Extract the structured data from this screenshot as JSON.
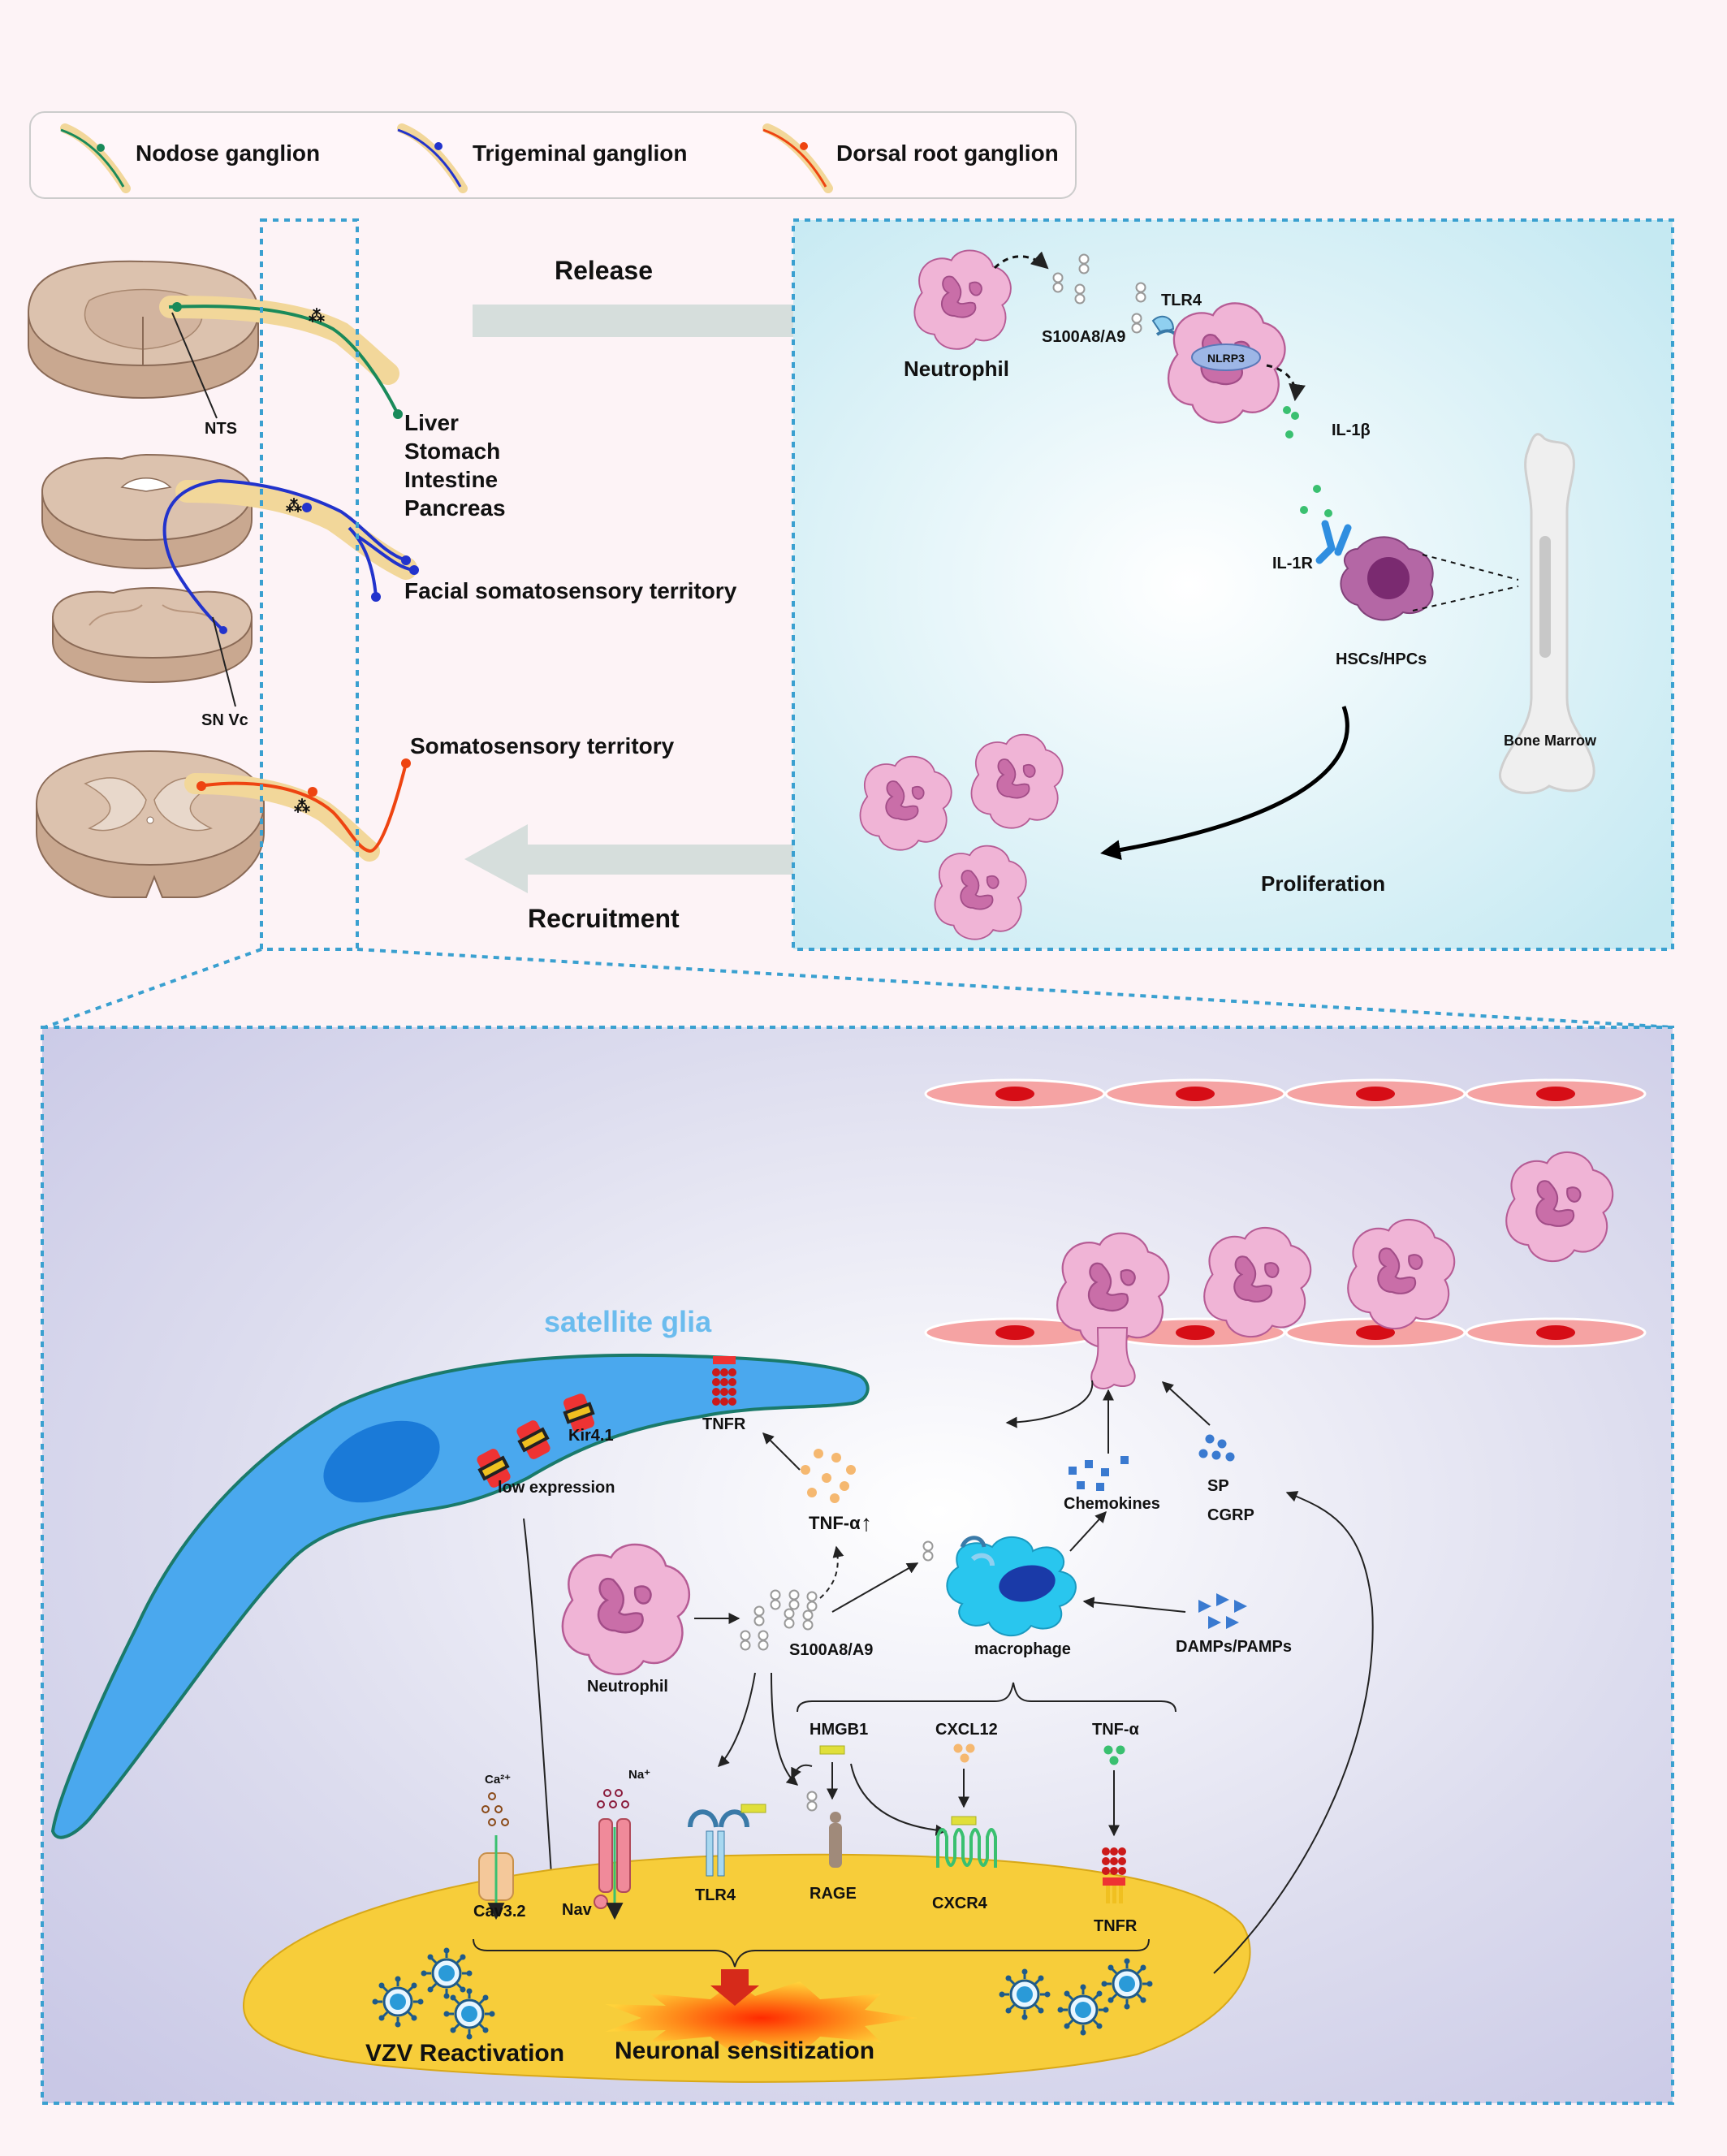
{
  "legend": {
    "nodose": "Nodose ganglion",
    "trigeminal": "Trigeminal ganglion",
    "dorsal_root": "Dorsal root ganglion"
  },
  "left_panel": {
    "nts": "NTS",
    "sn_vc": "SN Vc",
    "organs": [
      "Liver",
      "Stomach",
      "Intestine",
      "Pancreas"
    ],
    "facial": "Facial somatosensory territory",
    "somatosensory": "Somatosensory territory"
  },
  "arrows": {
    "release": "Release",
    "recruitment": "Recruitment"
  },
  "right_panel": {
    "neutrophil": "Neutrophil",
    "s100": "S100A8/A9",
    "tlr4": "TLR4",
    "nlrp3": "NLRP3",
    "il1b": "IL-1β",
    "il1r": "IL-1R",
    "hsc": "HSCs/HPCs",
    "bone_marrow": "Bone Marrow",
    "proliferation": "Proliferation"
  },
  "bottom_panel": {
    "satellite_glia": "satellite glia",
    "kir41": "Kir4.1",
    "low_expression": "low expression",
    "tnfr_top": "TNFR",
    "tnfa_up": "TNF-α",
    "chemokines": "Chemokines",
    "sp": "SP",
    "cgrp": "CGRP",
    "neutrophil": "Neutrophil",
    "s100": "S100A8/A9",
    "macrophage": "macrophage",
    "damps": "DAMPs/PAMPs",
    "hmgb1": "HMGB1",
    "cxcl12": "CXCL12",
    "tnfa": "TNF-α",
    "ca": "Ca²⁺",
    "na": "Na⁺",
    "cav32": "Cav3.2",
    "nav": "Nav",
    "tlr4": "TLR4",
    "rage": "RAGE",
    "cxcr4": "CXCR4",
    "tnfr_bottom": "TNFR",
    "vzv": "VZV Reactivation",
    "sensitization": "Neuronal sensitization"
  },
  "colors": {
    "panel_border": "#3aa0d0",
    "glia": "#4aa8ee",
    "neuron": "#f7cd3a",
    "neutrophil": "#f0b0d4",
    "macrophage": "#29c6ee",
    "endothelium": "#f5a0a0",
    "nodose_line": "#1a8a5a",
    "trigeminal_line": "#2233cc",
    "drg_line": "#ee4411"
  }
}
